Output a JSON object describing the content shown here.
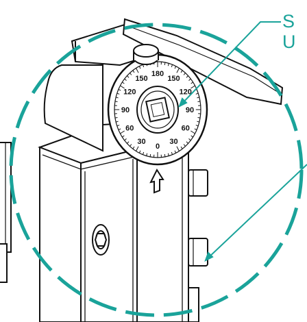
{
  "callout": {
    "line1": "S",
    "line2": "U"
  },
  "dial": {
    "zero_label": "0",
    "labels": [
      "0",
      "30",
      "60",
      "90",
      "120",
      "150",
      "180",
      "150",
      "120",
      "90",
      "60",
      "30"
    ]
  },
  "colors": {
    "callout": "#1aa39a",
    "line_art": "#111111",
    "fill": "#ffffff"
  },
  "icons": {
    "arrow": "up-arrow-icon",
    "bolt": "hex-bolt-icon"
  }
}
